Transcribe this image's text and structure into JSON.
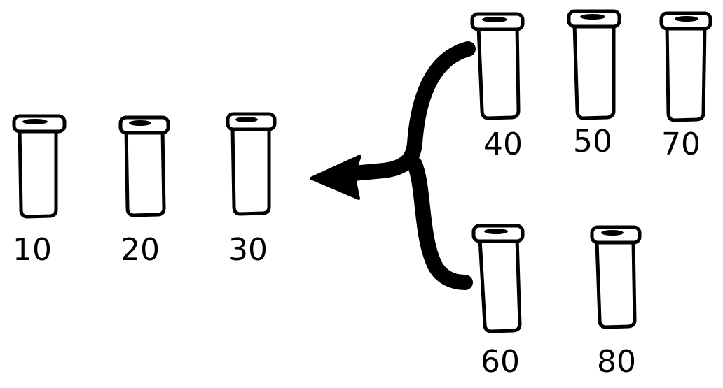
{
  "diagram": {
    "tubes": [
      {
        "id": "t10",
        "label": "10"
      },
      {
        "id": "t20",
        "label": "20"
      },
      {
        "id": "t30",
        "label": "30"
      },
      {
        "id": "t40",
        "label": "40"
      },
      {
        "id": "t50",
        "label": "50"
      },
      {
        "id": "t70",
        "label": "70"
      },
      {
        "id": "t60",
        "label": "60"
      },
      {
        "id": "t80",
        "label": "80"
      }
    ]
  }
}
